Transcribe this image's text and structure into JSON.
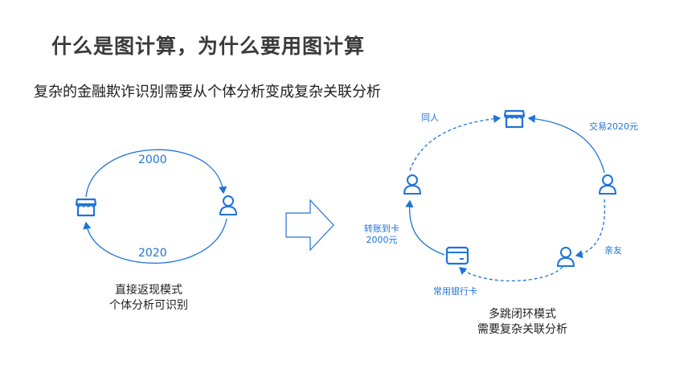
{
  "title": "什么是图计算，为什么要用图计算",
  "subtitle": "复杂的金融欺诈识别需要从个体分析变成复杂关联分析",
  "left_diagram": {
    "top_amount": "2000",
    "bottom_amount": "2020",
    "caption_line1": "直接返现模式",
    "caption_line2": "个体分析可识别"
  },
  "right_diagram": {
    "label_colleague": "同人",
    "label_trade": "交易2020元",
    "label_transfer_line1": "转账到卡",
    "label_transfer_line2": "2000元",
    "label_relatives": "亲友",
    "label_bank_card": "常用银行卡",
    "caption_line1": "多跳闭环模式",
    "caption_line2": "需要复杂关联分析"
  },
  "colors": {
    "accent": "#1e73d8",
    "title": "#3a3a3a",
    "text": "#1f1f1f"
  },
  "icons": [
    "store-icon",
    "person-icon",
    "bank-card-icon",
    "arrow-right-icon"
  ]
}
